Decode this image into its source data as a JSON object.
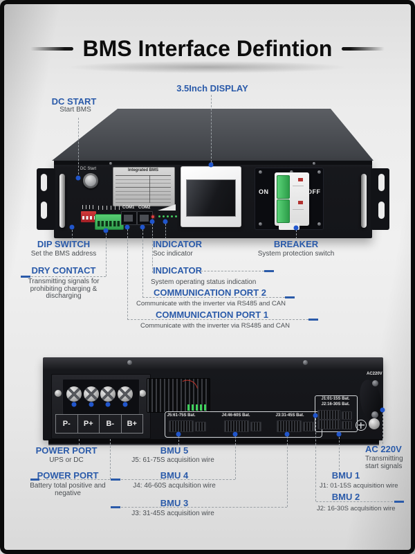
{
  "title": "BMS Interface Defintion",
  "front": {
    "dc_start": {
      "label": "DC START",
      "sub": "Start BMS"
    },
    "display": {
      "label": "3.5Inch DISPLAY"
    },
    "dip": {
      "label": "DIP SWITCH",
      "sub": "Set the BMS address"
    },
    "dry": {
      "label": "DRY CONTACT",
      "sub": "Transmitting signals for prohibiting charging & discharging"
    },
    "ind_soc": {
      "label": "INDICATOR",
      "sub": "Soc indicator"
    },
    "ind_sys": {
      "label": "INDICATOR",
      "sub": "System operating status indication"
    },
    "breaker": {
      "label": "BREAKER",
      "sub": "System protection switch"
    },
    "com2": {
      "label": "COMMUNICATION PORT 2",
      "sub": "Communicate with the inverter via RS485 and CAN"
    },
    "com1": {
      "label": "COMMUNICATION PORT 1",
      "sub": "Communicate with the inverter via RS485 and CAN"
    },
    "device": {
      "dc_start": "DC Start",
      "plate_title": "Integrated BMS",
      "com1": "COM1",
      "com2": "COM2",
      "on": "ON",
      "off": "OFF"
    }
  },
  "rear": {
    "device": {
      "terminals": [
        "P-",
        "P+",
        "B-",
        "B+"
      ],
      "ac": "AC220V",
      "j5": "J5:61-75S Bat.",
      "j4": "J4:46-60S Bat.",
      "j3": "J3:31-45S Bat.",
      "j1": "J1:01-15S Bat.",
      "j2": "J2:16-30S Bat."
    },
    "power1": {
      "label": "POWER PORT",
      "sub": "UPS or DC"
    },
    "power2": {
      "label": "POWER PORT",
      "sub": "Battery total positive and negative"
    },
    "bmu5": {
      "label": "BMU 5",
      "sub": "J5: 61-75S acquisition wire"
    },
    "bmu4": {
      "label": "BMU 4",
      "sub": "J4: 46-60S acqulsition wire"
    },
    "bmu3": {
      "label": "BMU 3",
      "sub": "J3: 31-45S acquisition wire"
    },
    "bmu1": {
      "label": "BMU 1",
      "sub": "J1: 01-15S acquisition wire"
    },
    "bmu2": {
      "label": "BMU 2",
      "sub": "J2: 16-30S acqulsition wire"
    },
    "ac": {
      "label": "AC 220V",
      "sub": "Transmitting start signals"
    }
  },
  "colors": {
    "accent": "#2a5aa9",
    "callout_dot": "#2156cc",
    "led_green": "#3fd05c",
    "dip_red": "#c22a2e"
  }
}
